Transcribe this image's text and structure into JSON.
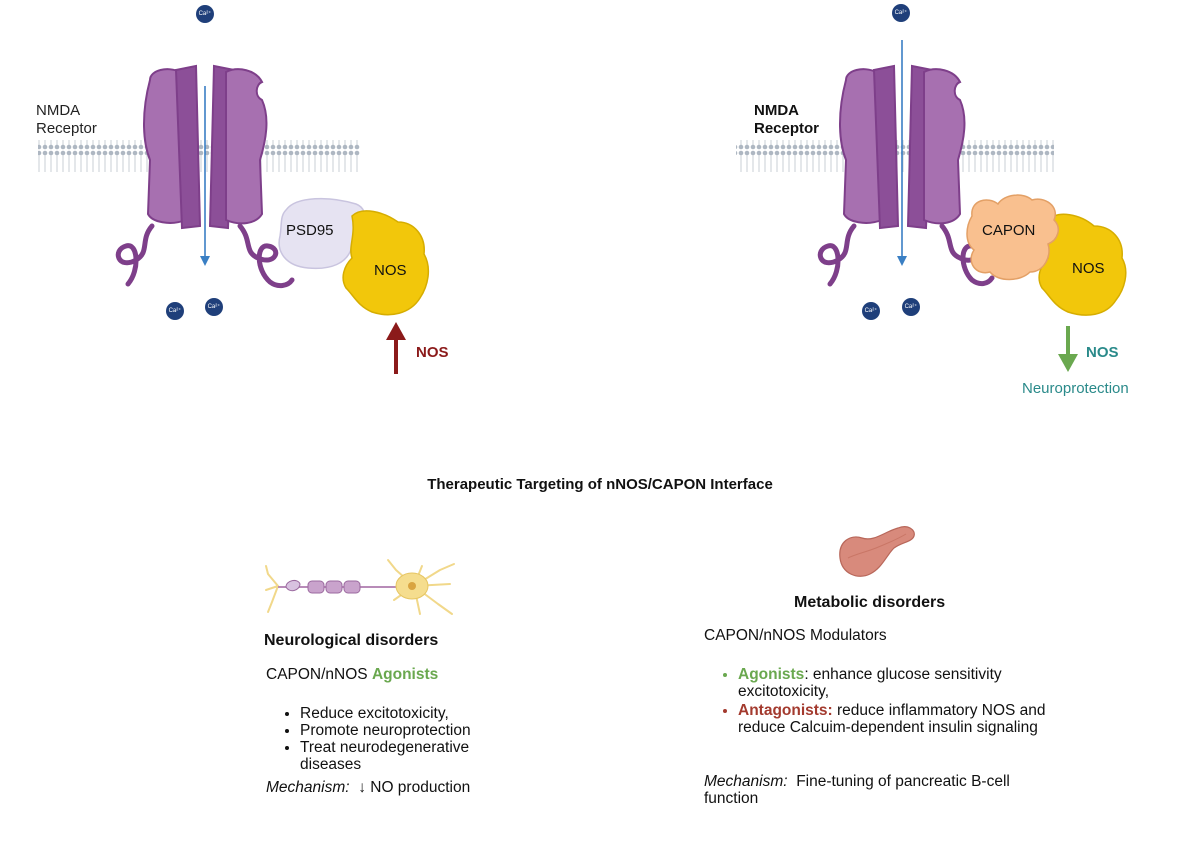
{
  "left_panel": {
    "receptor_label": "NMDA Receptor",
    "adaptor_label": "PSD95",
    "enzyme_label": "NOS",
    "ion_label": "Ca²⁺",
    "nos_change_label": "NOS",
    "nos_change_color": "#8b1a1a"
  },
  "right_panel": {
    "receptor_label": "NMDA Receptor",
    "adaptor_label": "CAPON",
    "enzyme_label": "NOS",
    "ion_label": "Ca²⁺",
    "nos_change_label": "NOS",
    "nos_change_color": "#2a8a8a",
    "outcome_label": "Neuroprotection"
  },
  "title": "Therapeutic Targeting of nNOS/CAPON Interface",
  "neurological": {
    "icon": "neuron-icon",
    "heading": "Neurological disorders",
    "subtitle_prefix": "CAPON/nNOS",
    "subtitle_emphasis": "Agonists",
    "bullets": [
      "Reduce excitotoxicity,",
      "Promote neuroprotection",
      "Treat neurodegenerative diseases"
    ],
    "mechanism_label": "Mechanism:",
    "mechanism_text": "↓ NO production"
  },
  "metabolic": {
    "icon": "pancreas-icon",
    "heading": "Metabolic disorders",
    "subtitle": "CAPON/nNOS Modulators",
    "agonists_label": "Agonists",
    "agonists_text": ": enhance glucose sensitivity excitotoxicity,",
    "antagonists_label": "Antagonists:",
    "antagonists_text": " reduce inflammatory NOS and reduce Calcuim-dependent insulin signaling",
    "mechanism_label": "Mechanism:",
    "mechanism_text": "Fine-tuning of pancreatic B-cell function"
  },
  "colors": {
    "receptor": "#9b5ea6",
    "enzyme": "#f2c70b",
    "psd95": "#e6e3f2",
    "capon": "#f9c08f",
    "ion": "#1f3f7a",
    "membrane": "#cfd5dc",
    "agonist": "#6aa84f",
    "antagonist": "#a33a2e",
    "neuroprotection": "#2a8a8a"
  }
}
